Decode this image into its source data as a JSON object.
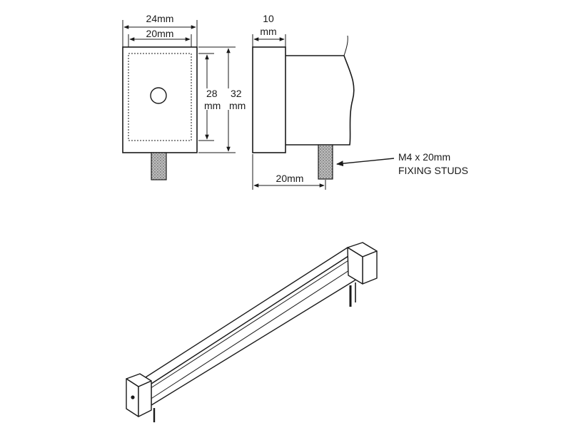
{
  "front_view": {
    "width_outer": "24mm",
    "width_inner": "20mm",
    "height_inner_value": "28",
    "height_inner_unit": "mm",
    "height_outer_value": "32",
    "height_outer_unit": "mm"
  },
  "side_view": {
    "thickness_value": "10",
    "thickness_unit": "mm",
    "stud_offset": "20mm",
    "stud_label_line1": "M4 x 20mm",
    "stud_label_line2": "FIXING STUDS"
  },
  "colors": {
    "line": "#1a1a1a",
    "stud_fill": "#9a9a9a",
    "background": "#ffffff"
  }
}
